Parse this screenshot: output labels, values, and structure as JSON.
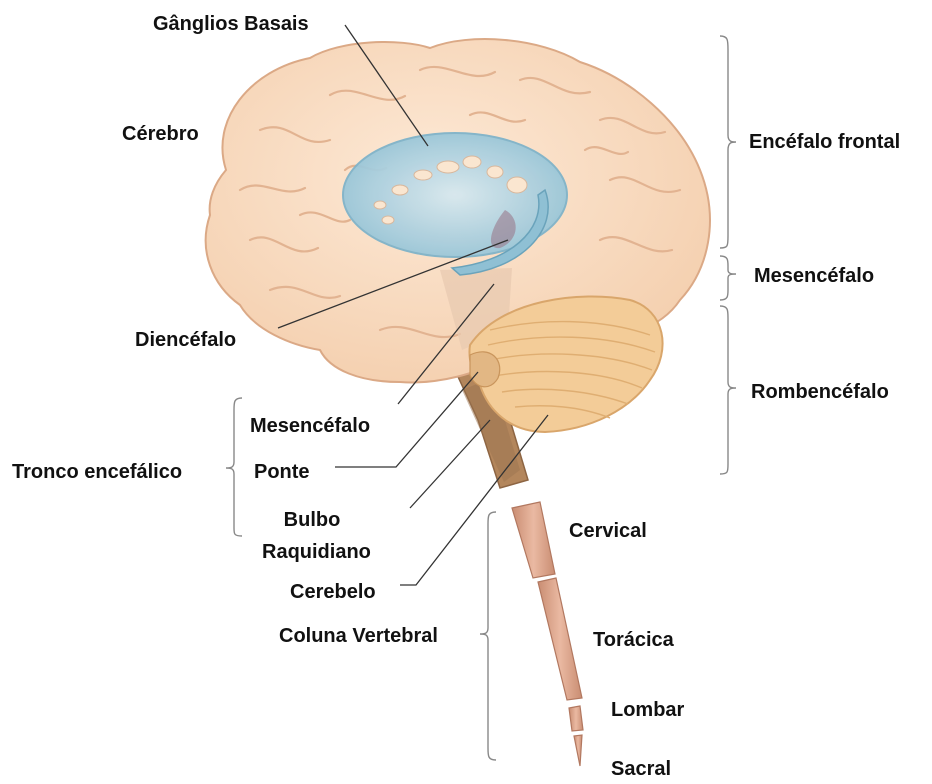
{
  "labels": {
    "ganglios_basais": "Gânglios Basais",
    "cerebro": "Cérebro",
    "diencefalo": "Diencéfalo",
    "mesencefalo_tronco": "Mesencéfalo",
    "ponte": "Ponte",
    "bulbo_line1": "Bulbo",
    "bulbo_line2": "Raquidiano",
    "cerebelo": "Cerebelo",
    "tronco_encefalico": "Tronco encefálico",
    "coluna_vertebral": "Coluna Vertebral",
    "encefalo_frontal": "Encéfalo frontal",
    "mesencefalo_div": "Mesencéfalo",
    "rombencefalo": "Rombencéfalo",
    "cervical": "Cervical",
    "toracica": "Torácica",
    "lombar": "Lombar",
    "sacral": "Sacral"
  },
  "colors": {
    "brain_fill": "#f9dcc0",
    "brain_stroke": "#e7b995",
    "ganglia_fill": "#a9cedd",
    "cerebellum_fill": "#f4d09e",
    "stem_fill": "#b58a62",
    "spine_fill": "#d9a58c",
    "leader_line": "#333333",
    "bracket": "#888888"
  }
}
